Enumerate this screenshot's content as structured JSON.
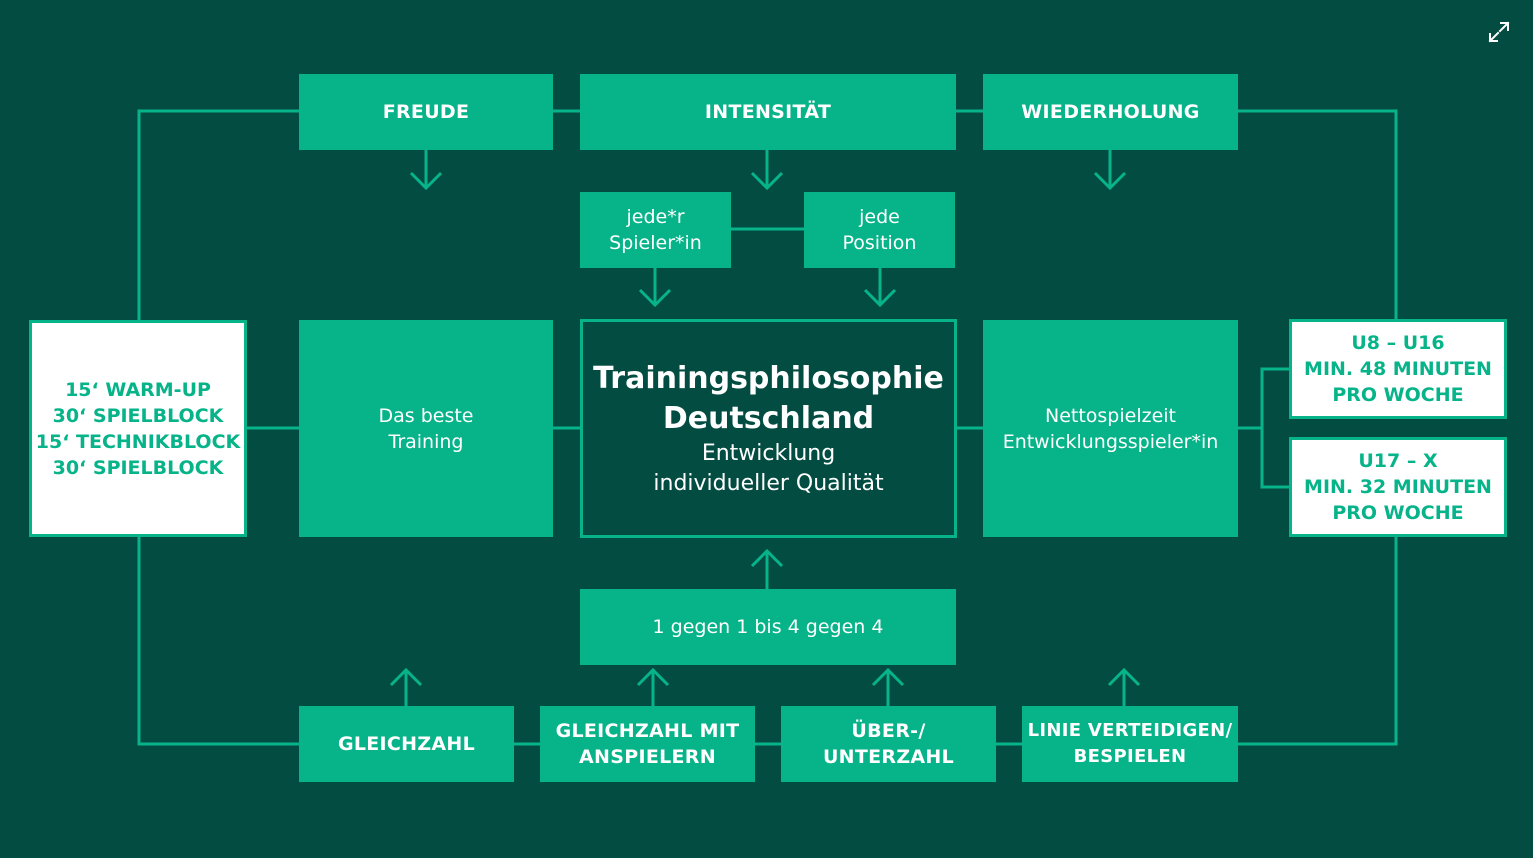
{
  "colors": {
    "background": "#034c42",
    "accent": "#07b389",
    "white": "#ffffff"
  },
  "top": {
    "freude": "FREUDE",
    "intensitaet": "INTENSITÄT",
    "wiederholung": "WIEDERHOLUNG"
  },
  "players": {
    "line1": "jede*r",
    "line2": "Spieler*in"
  },
  "position": {
    "line1": "jede",
    "line2": "Position"
  },
  "left_block": {
    "lines": [
      "15‘ WARM-UP",
      "30‘ SPIELBLOCK",
      "15‘ TECHNIKBLOCK",
      "30‘ SPIELBLOCK"
    ]
  },
  "best_training": {
    "line1": "Das beste",
    "line2": "Training"
  },
  "center": {
    "title1": "Trainingsphilosophie",
    "title2": "Deutschland",
    "sub1": "Entwicklung",
    "sub2": "individueller Qualität"
  },
  "net_time": {
    "line1": "Nettospielzeit",
    "line2": "Entwicklungsspieler*in"
  },
  "age_u8": {
    "line1": "U8 – U16",
    "line2": "MIN. 48 MINUTEN",
    "line3": "PRO WOCHE"
  },
  "age_u17": {
    "line1": "U17 – X",
    "line2": "MIN. 32 MINUTEN",
    "line3": "PRO WOCHE"
  },
  "formats": {
    "label": "1 gegen 1 bis 4 gegen 4"
  },
  "bottom": {
    "gleichzahl": "GLEICHZAHL",
    "anspielern1": "GLEICHZAHL MIT",
    "anspielern2": "ANSPIELERN",
    "ueber1": "ÜBER-/",
    "ueber2": "UNTERZAHL",
    "linie1": "LINIE VERTEIDIGEN/",
    "linie2": "BESPIELEN"
  },
  "icons": {
    "expand": "expand-icon"
  }
}
